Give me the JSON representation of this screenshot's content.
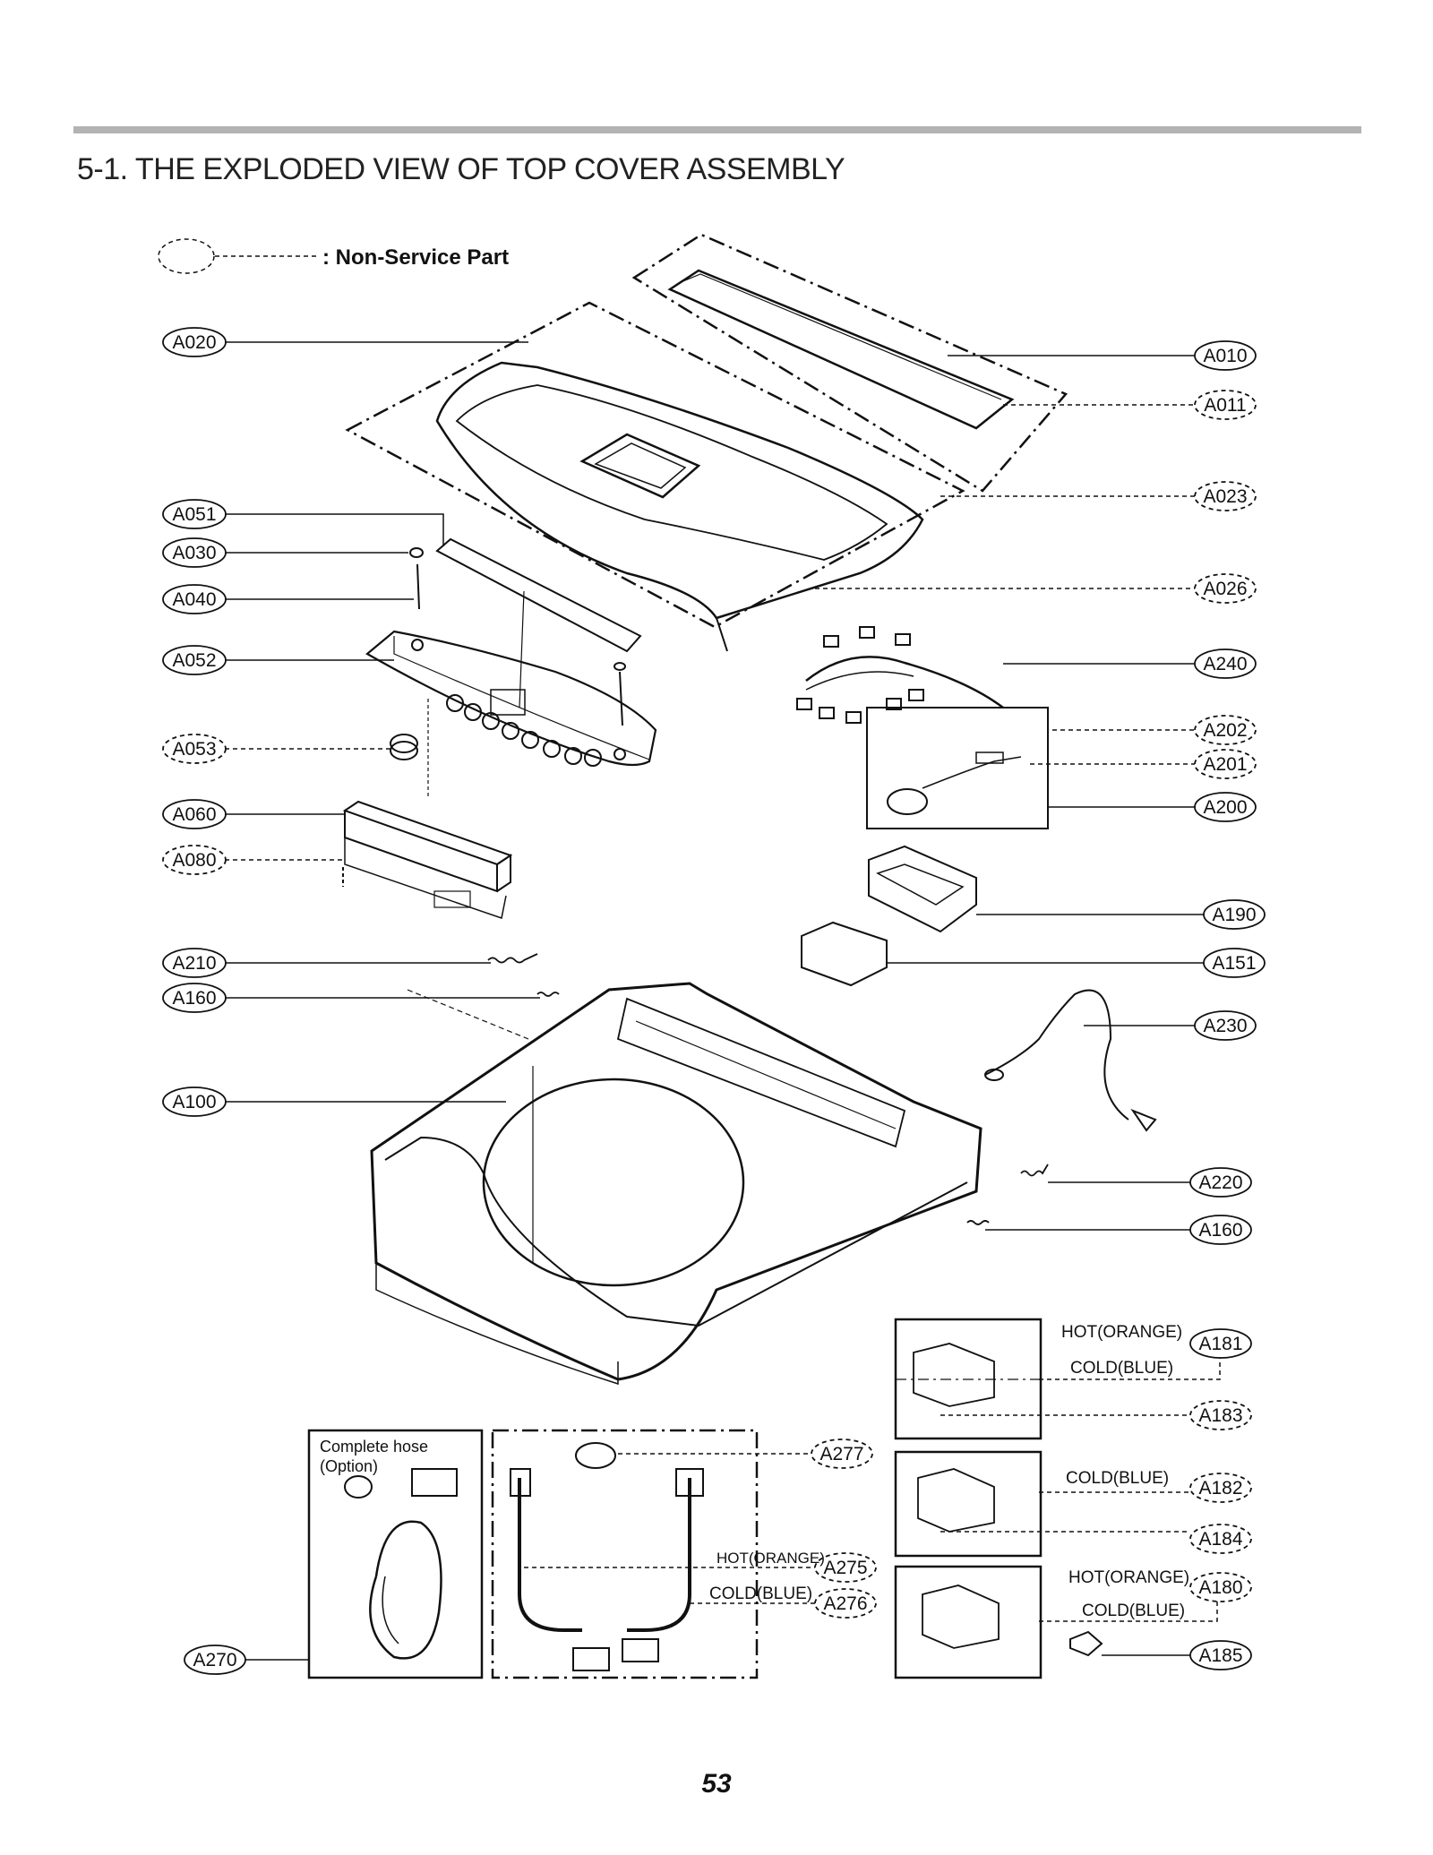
{
  "page": {
    "title": "5-1. THE EXPLODED VIEW OF TOP COVER ASSEMBLY",
    "page_number": "53"
  },
  "legend": {
    "text": ": Non-Service Part"
  },
  "parts": {
    "a020": "A020",
    "a051": "A051",
    "a030": "A030",
    "a040": "A040",
    "a052": "A052",
    "a053": "A053",
    "a060": "A060",
    "a080": "A080",
    "a210": "A210",
    "a160_left": "A160",
    "a100": "A100",
    "a270": "A270",
    "a010": "A010",
    "a011": "A011",
    "a023": "A023",
    "a026": "A026",
    "a240": "A240",
    "a202": "A202",
    "a201": "A201",
    "a200": "A200",
    "a190": "A190",
    "a151": "A151",
    "a230": "A230",
    "a220": "A220",
    "a160_right": "A160",
    "a181": "A181",
    "a183": "A183",
    "a182": "A182",
    "a184": "A184",
    "a180": "A180",
    "a185": "A185",
    "a277": "A277",
    "a275": "A275",
    "a276": "A276"
  },
  "notes": {
    "hot_orange_1": "HOT(ORANGE)",
    "cold_blue_1": "COLD(BLUE)",
    "cold_blue_2": "COLD(BLUE)",
    "hot_orange_2": "HOT(ORANGE)",
    "cold_blue_3": "COLD(BLUE)",
    "hose_hot": "HOT(ORANGE)",
    "hose_cold": "COLD(BLUE)",
    "complete_hose_1": "Complete hose",
    "complete_hose_2": "(Option)"
  }
}
